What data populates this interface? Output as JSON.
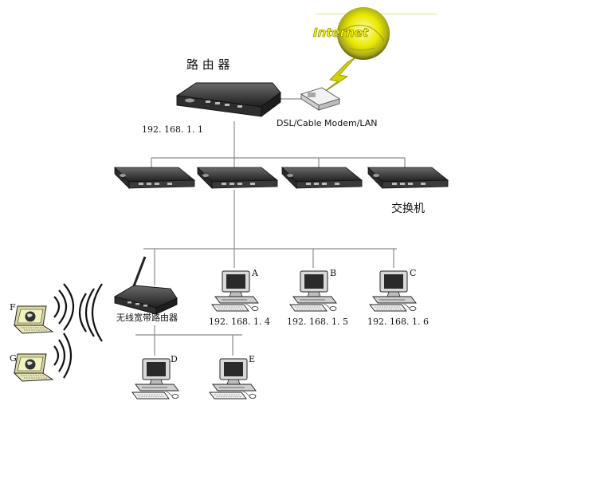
{
  "internet": {
    "label": "Internet"
  },
  "router": {
    "label": "路 由 器",
    "ip": "192. 168. 1. 1"
  },
  "modem": {
    "label": "DSL/Cable Modem/LAN"
  },
  "switches": {
    "label": "交换机"
  },
  "wireless_router": {
    "label": "无线宽带路由器"
  },
  "computers": [
    {
      "id": "A",
      "ip": "192. 168. 1. 4"
    },
    {
      "id": "B",
      "ip": "192. 168. 1. 5"
    },
    {
      "id": "C",
      "ip": "192. 168. 1. 6"
    },
    {
      "id": "D"
    },
    {
      "id": "E"
    }
  ],
  "laptops": [
    {
      "id": "F"
    },
    {
      "id": "G"
    }
  ],
  "colors": {
    "internet_glow": "#e8e800",
    "bolt": "#d4d400",
    "wire": "#8a8a8a"
  }
}
